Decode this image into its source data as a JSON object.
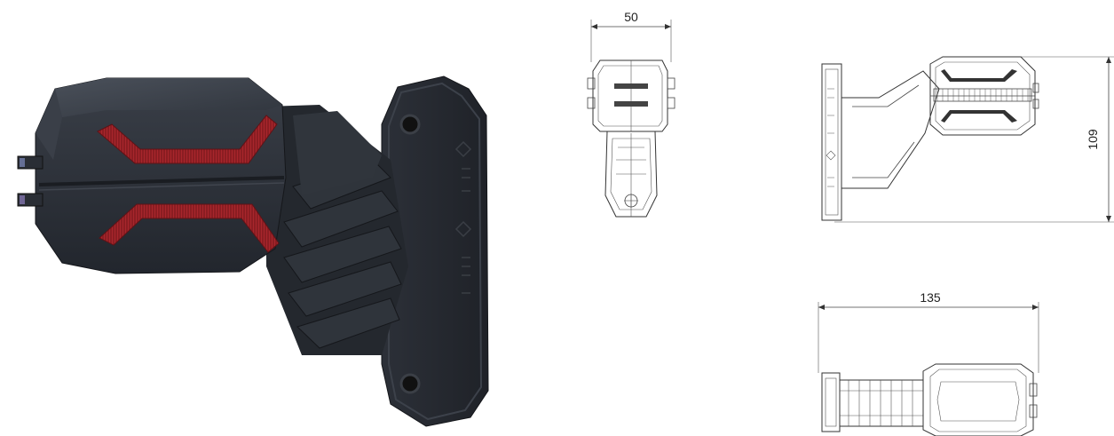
{
  "product": {
    "name": "",
    "body_color": "#2b2f36",
    "lens_color": "#8f1f24"
  },
  "drawings": {
    "front_view": {
      "width_label": "50"
    },
    "side_view": {
      "height_label": "109"
    },
    "top_view": {
      "length_label": "135"
    }
  }
}
